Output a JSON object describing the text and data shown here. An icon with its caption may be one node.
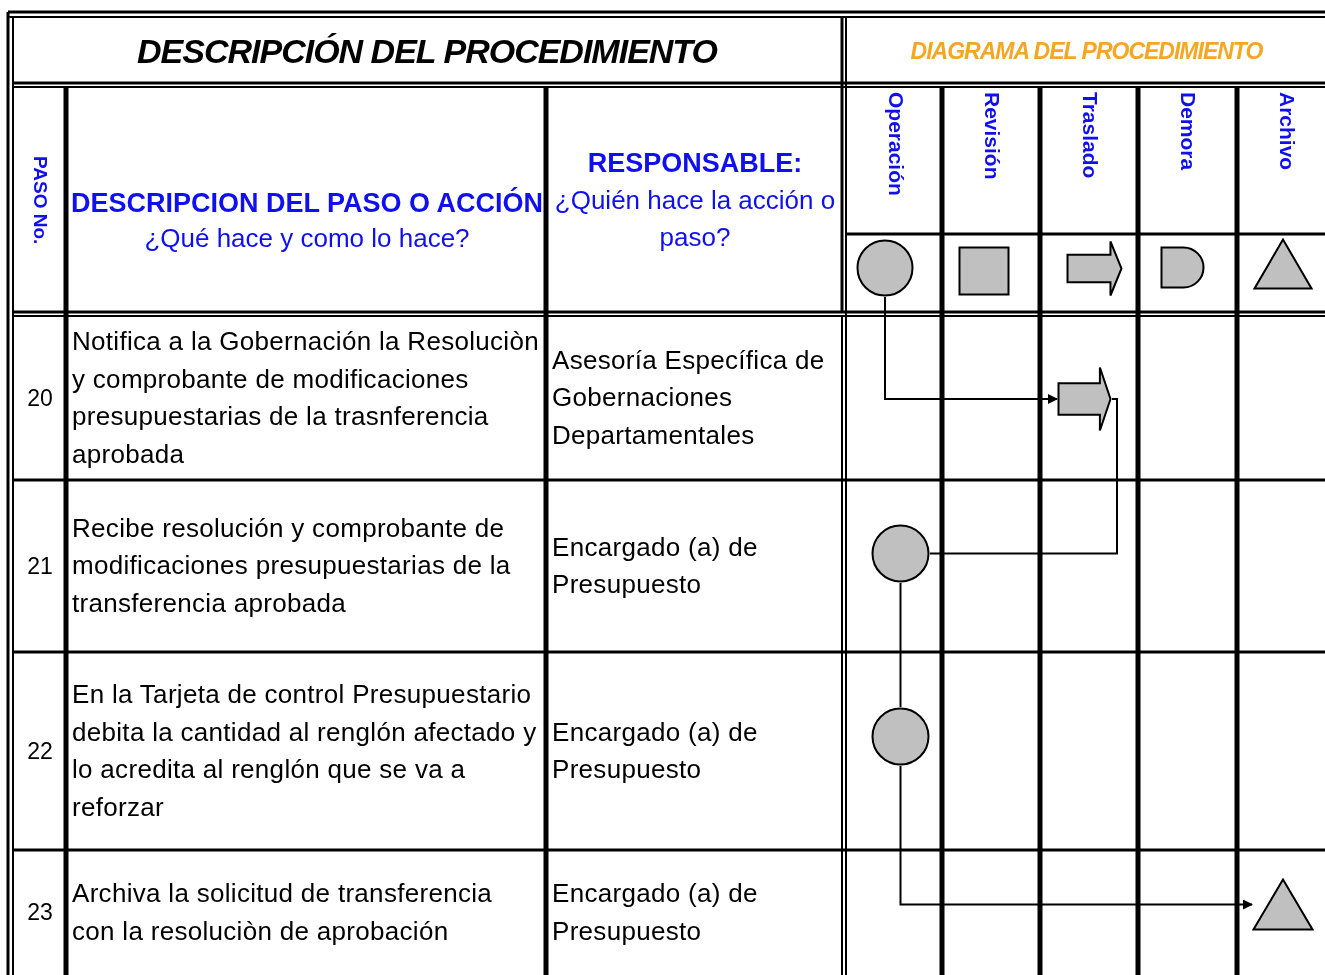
{
  "diagram": {
    "title": "DESCRIPCIÓN DEL PROCEDIMIENTO",
    "nodes": [
      {
        "text": [],
        "shape": "circle"
      },
      {
        "text": [],
        "shape": "box"
      },
      {
        "text": [],
        "shape": "arrow"
      },
      {
        "text": [],
        "shape": "delay"
      },
      {
        "text": [],
        "shape": "triangle"
      },
      {
        "text": [],
        "shape": "arrow"
      },
      {
        "text": [],
        "shape": "circle"
      },
      {
        "text": [],
        "shape": "circle"
      },
      {
        "text": [],
        "shape": "triangle"
      }
    ],
    "edges": [
      {
        "from": 0,
        "to": 5,
        "arrow": "to"
      },
      {
        "from": 5,
        "to": 6,
        "arrow": "none"
      },
      {
        "from": 6,
        "to": 7,
        "arrow": "none"
      },
      {
        "from": 7,
        "to": 8,
        "arrow": "to"
      }
    ],
    "labels": [
      "DIAGRAMA DEL PROCEDIMIENTO",
      "PASO No.",
      "DESCRIPCION DEL PASO O ACCIÓN",
      "¿Qué hace y como lo hace?",
      "RESPONSABLE:",
      "¿Quién hace la acción o paso?",
      "Operación",
      "Revisión",
      "Traslado",
      "Demora",
      "Archivo",
      "20",
      "Notifica a la Gobernación la Resoluciòn y comprobante de modificaciones presupuestarias de la trasnferencia aprobada",
      "Asesoría Específica de Gobernaciones Departamentales",
      "21",
      "Recibe resolución y comprobante de modificaciones presupuestarias de la transferencia aprobada",
      "Encargado (a) de Presupuesto",
      "22",
      "En la Tarjeta de control Presupuestario debita la cantidad al renglón afectado y lo acredita al renglón que se va a reforzar",
      "Encargado (a) de Presupuesto",
      "23",
      "Archiva la solicitud de transferencia con la resoluciòn de aprobación",
      "Encargado (a) de Presupuesto"
    ]
  }
}
